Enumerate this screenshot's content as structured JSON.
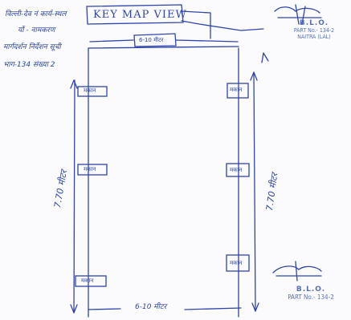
{
  "notes": {
    "line1": "विल्ली-देव नं कार्य-स्थल",
    "line2": "यों - नामकरण",
    "line3": "मार्गदर्शन निर्देशन सूची",
    "line4": "भाग-134 संख्या 2"
  },
  "title": "KEY MAP VIEW",
  "road_top_label": "6-10 मीटर",
  "road_bottom_label": "6-10 मीटर",
  "dim_left": "7.70 मीटर",
  "dim_right": "7.70 मीटर",
  "buildings": {
    "left_top": "मकान",
    "left_mid": "मकान",
    "left_bottom": "मकान",
    "right_top": "मकान",
    "right_mid": "मकान",
    "right_bottom": "मकान"
  },
  "stamp_top": {
    "blo": "B.L.O.",
    "part": "PART No.- 134-2",
    "place": "NAITRA (LAL)"
  },
  "stamp_bottom": {
    "blo": "B.L.O.",
    "part": "PART No.- 134-2"
  },
  "colors": {
    "ink": "#2f45a8",
    "stamp": "#5a6fb6",
    "paper": "#fbfbfd"
  }
}
